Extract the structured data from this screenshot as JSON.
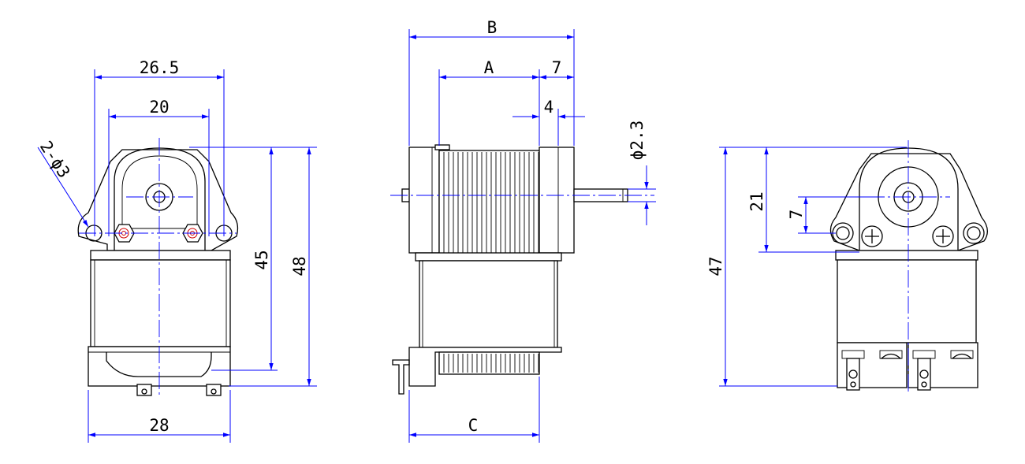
{
  "colors": {
    "outline": "#000000",
    "dimension_lines": "#0000ff",
    "hole_highlight": "#d00000",
    "background": "#ffffff"
  },
  "views": {
    "front": {
      "width_overall": "26.5",
      "hole_spacing": "20",
      "hole_callout": "2-ϕ3",
      "base_width": "28",
      "height_short": "45",
      "height_overall": "48"
    },
    "side": {
      "length_b": "B",
      "length_a": "A",
      "shaft_length": "7",
      "shaft_step": "4",
      "shaft_diameter": "ϕ2.3",
      "base_length_c": "C"
    },
    "rear": {
      "plate_height": "21",
      "shaft_offset": "7",
      "height_overall": "47"
    }
  }
}
